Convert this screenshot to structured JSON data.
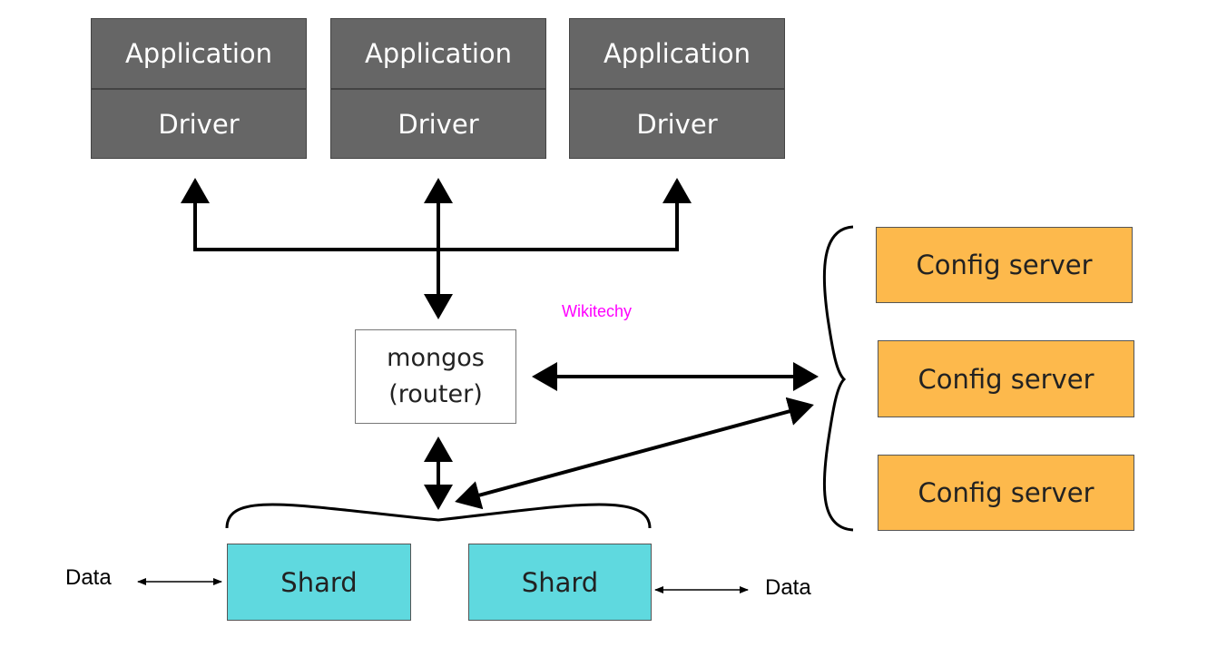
{
  "clients": [
    {
      "application": "Application",
      "driver": "Driver"
    },
    {
      "application": "Application",
      "driver": "Driver"
    },
    {
      "application": "Application",
      "driver": "Driver"
    }
  ],
  "router": {
    "line1": "mongos",
    "line2": "(router)"
  },
  "config_servers": [
    "Config server",
    "Config server",
    "Config server"
  ],
  "shards": [
    "Shard",
    "Shard"
  ],
  "data_labels": [
    "Data",
    "Data"
  ],
  "watermark": "Wikitechy",
  "colors": {
    "app": "#666666",
    "config": "#fdb94c",
    "shard": "#5fd9df",
    "watermark": "#ff00ff"
  }
}
